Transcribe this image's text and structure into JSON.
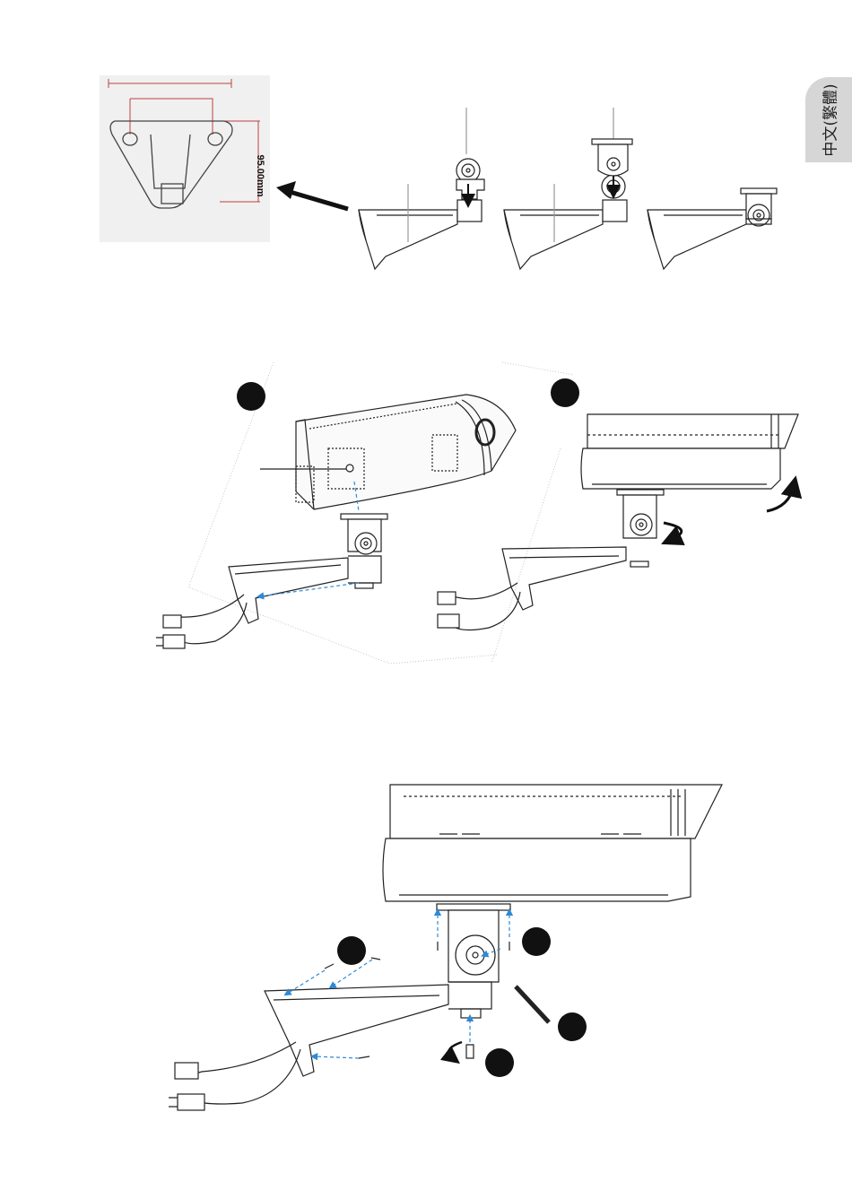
{
  "language_tab": {
    "label": "中文(繁體)"
  },
  "dimension": {
    "label": "95.00mm"
  },
  "colors": {
    "tab": "#d6d6d6",
    "line": "#222222",
    "guide": "#2d8ad6",
    "thumb_bg": "#f0f0f0",
    "dim": "#c04040"
  },
  "icons": [
    "arrow-icon",
    "rotate-arrow-icon",
    "step-marker"
  ]
}
